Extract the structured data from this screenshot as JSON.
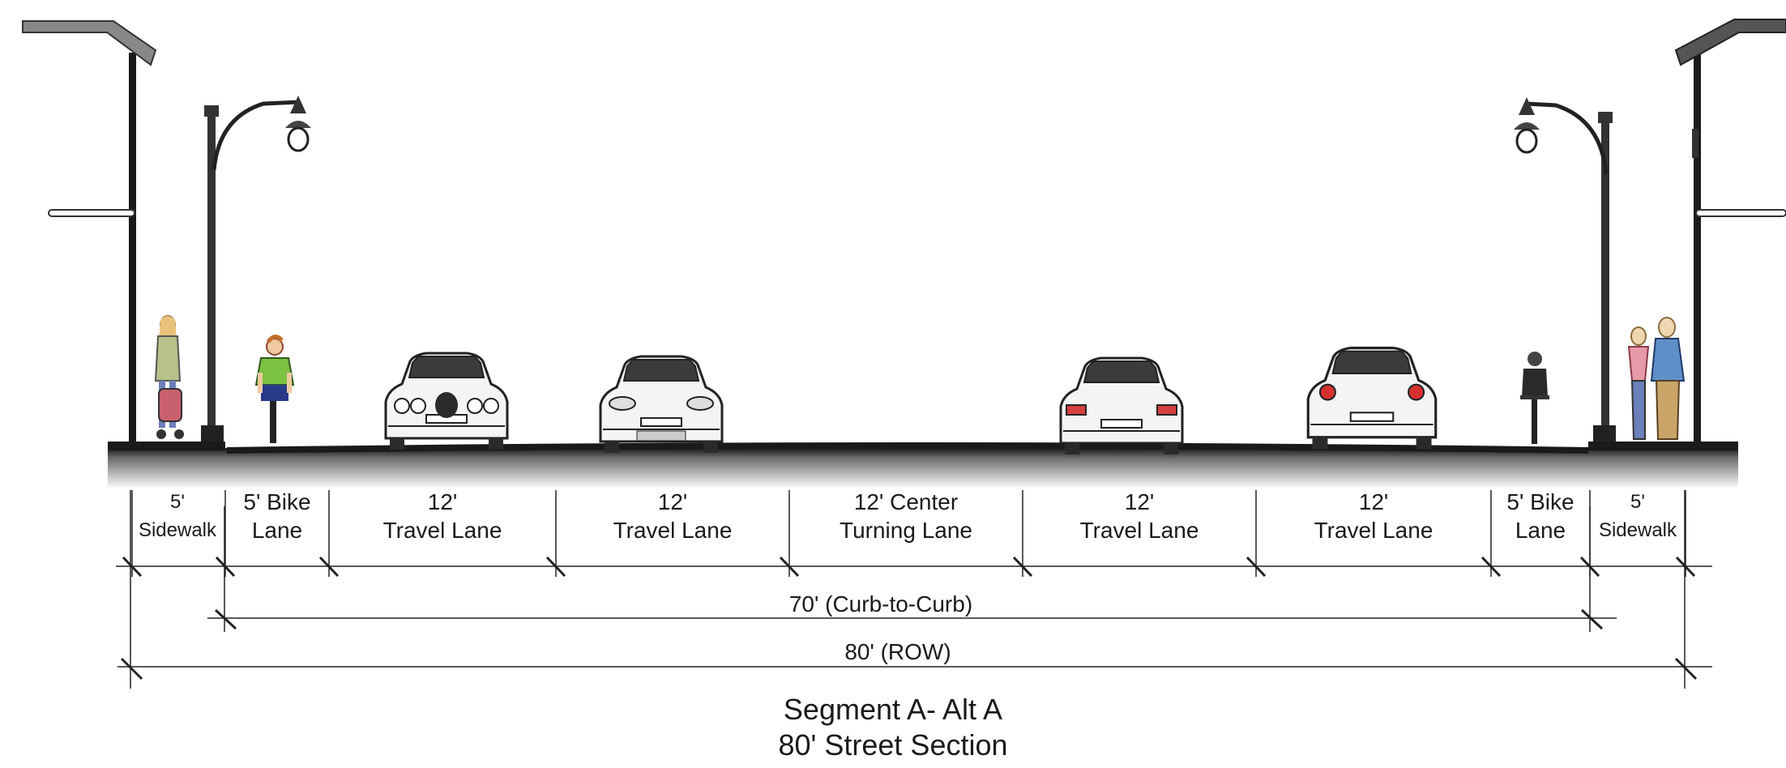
{
  "segments": [
    {
      "width": "5'",
      "name": "Sidewalk"
    },
    {
      "width": "5' Bike",
      "name": "Lane"
    },
    {
      "width": "12'",
      "name": "Travel Lane"
    },
    {
      "width": "12'",
      "name": "Travel Lane"
    },
    {
      "width": "12' Center",
      "name": "Turning Lane"
    },
    {
      "width": "12'",
      "name": "Travel Lane"
    },
    {
      "width": "12'",
      "name": "Travel Lane"
    },
    {
      "width": "5' Bike",
      "name": "Lane"
    },
    {
      "width": "5'",
      "name": "Sidewalk"
    }
  ],
  "dimensions": {
    "curb_to_curb": "70' (Curb-to-Curb)",
    "row": "80' (ROW)"
  },
  "caption": {
    "line1": "Segment A- Alt A",
    "line2": "80'  Street Section"
  },
  "colors": {
    "road": "#1a1a1a",
    "shirt_green": "#7cc243",
    "shirt_pink": "#e69aa8",
    "pants_blue": "#6b7fb8"
  },
  "icons": [
    "street-light-icon",
    "utility-pole-icon",
    "car-icon",
    "pedestrian-icon",
    "cyclist-icon",
    "stroller-icon"
  ]
}
